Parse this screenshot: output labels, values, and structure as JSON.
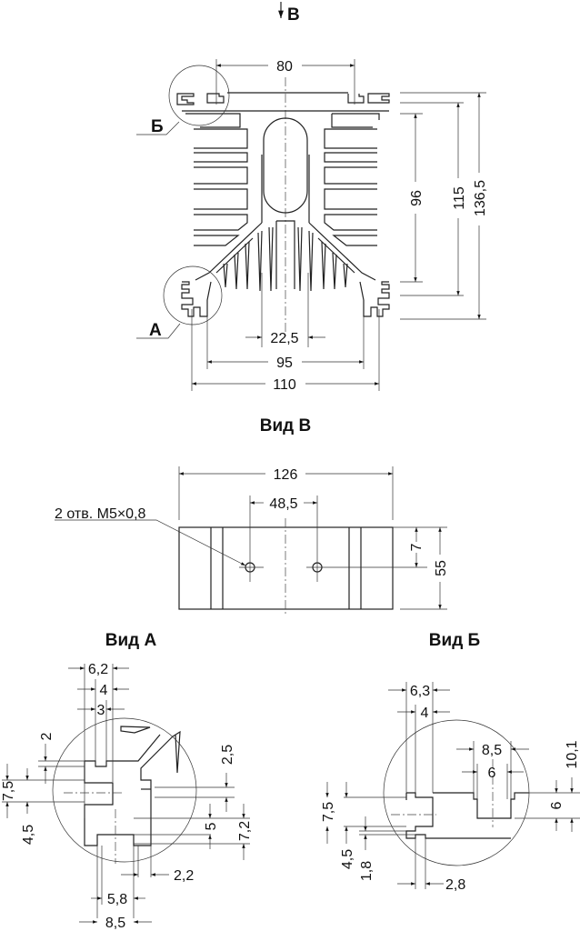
{
  "main_view": {
    "view_arrow_label": "В",
    "callout_a": "А",
    "callout_b": "Б",
    "dims": {
      "top_width": "80",
      "slot_spacing": "22,5",
      "inner_width": "95",
      "outer_width": "110",
      "fin_height": "96",
      "mid_height": "115",
      "total_height": "136,5"
    }
  },
  "view_v": {
    "title": "Вид В",
    "dims": {
      "length": "126",
      "hole_spacing": "48,5",
      "hole_offset": "7",
      "width": "55"
    },
    "hole_note": "2 отв. М5×0,8"
  },
  "view_a": {
    "title": "Вид А",
    "dims": [
      "6,2",
      "4",
      "3",
      "2",
      "7,5",
      "4,5",
      "2,5",
      "5",
      "7,2",
      "2,2",
      "5,8",
      "8,5"
    ]
  },
  "view_b": {
    "title": "Вид Б",
    "dims": [
      "6,3",
      "4",
      "8,5",
      "6",
      "10,1",
      "6",
      "7,5",
      "4,5",
      "1,8",
      "2,8"
    ]
  }
}
